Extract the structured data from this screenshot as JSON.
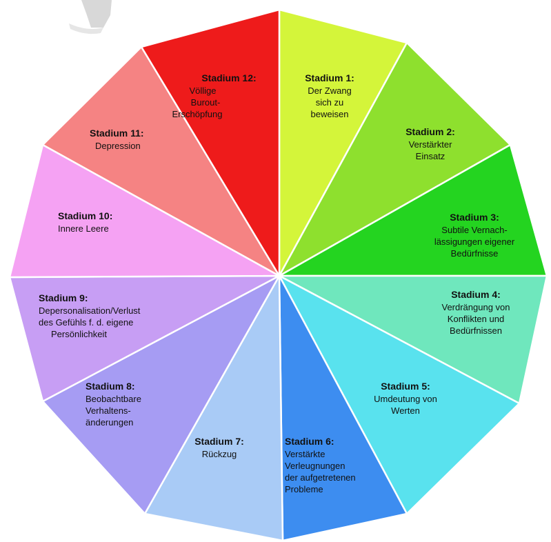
{
  "diagram": {
    "stages": [
      {
        "heading": "Stadium 1:",
        "lines": [
          "Der Zwang",
          "sich zu",
          "beweisen"
        ],
        "color": "#d4f53a"
      },
      {
        "heading": "Stadium 2:",
        "lines": [
          "Verstärkter",
          "Einsatz"
        ],
        "color": "#8ee02e"
      },
      {
        "heading": "Stadium 3:",
        "lines": [
          "Subtile Vernach-",
          "lässigungen eigener",
          "Bedürfnisse"
        ],
        "color": "#24d420"
      },
      {
        "heading": "Stadium 4:",
        "lines": [
          "Verdrängung von",
          "Konflikten und",
          "Bedürfnissen"
        ],
        "color": "#6fe7bd"
      },
      {
        "heading": "Stadium 5:",
        "lines": [
          "Umdeutung von",
          "Werten"
        ],
        "color": "#59e2ee"
      },
      {
        "heading": "Stadium 6:",
        "lines": [
          "Verstärkte",
          "Verleugnungen",
          "der aufgetretenen",
          "Probleme"
        ],
        "color": "#3d8df0"
      },
      {
        "heading": "Stadium 7:",
        "lines": [
          "Rückzug"
        ],
        "color": "#a9cbf6"
      },
      {
        "heading": "Stadium 8:",
        "lines": [
          "Beobachtbare",
          "Verhaltens-",
          "änderungen"
        ],
        "color": "#a69cf3"
      },
      {
        "heading": "Stadium 9:",
        "lines": [
          "Depersonalisation/Verlust",
          "des Gefühls f. d. eigene",
          "Persönlichkeit"
        ],
        "color": "#c79ef4"
      },
      {
        "heading": "Stadium 10:",
        "lines": [
          "Innere Leere"
        ],
        "color": "#f5a2f3"
      },
      {
        "heading": "Stadium 11:",
        "lines": [
          "Depression"
        ],
        "color": "#f58383"
      },
      {
        "heading": "Stadium 12:",
        "lines": [
          "Völlige",
          "Burout-",
          "Erschöpfung"
        ],
        "color": "#ee1b1b"
      }
    ]
  }
}
